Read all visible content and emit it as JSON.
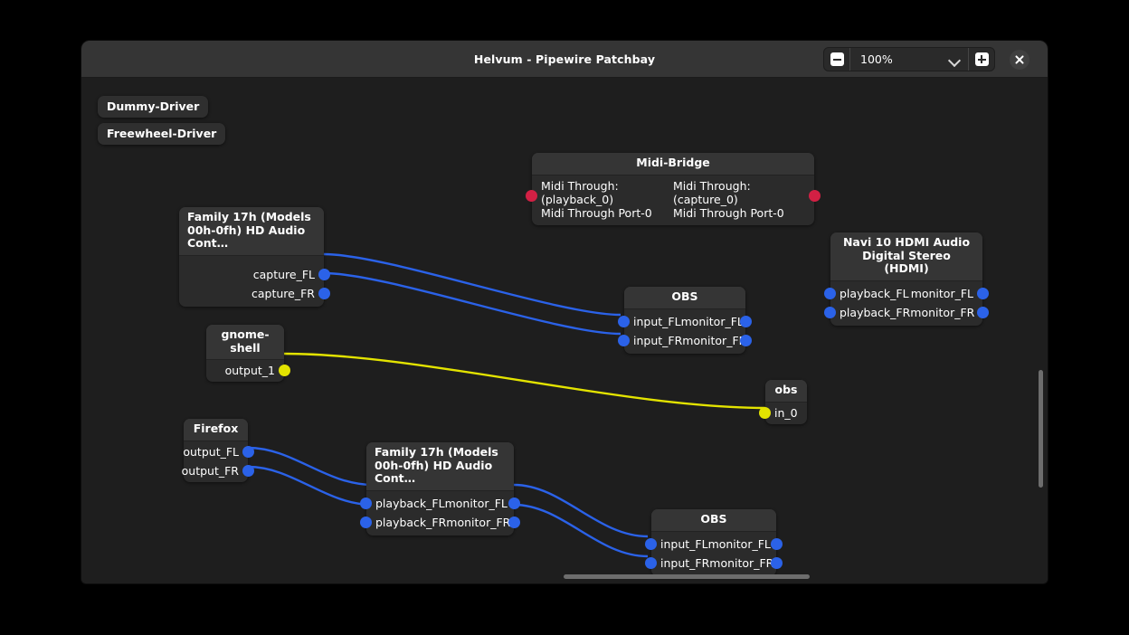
{
  "window": {
    "title": "Helvum - Pipewire Patchbay",
    "close_label": "×"
  },
  "toolbar": {
    "zoom_out_label": "−",
    "zoom_value": "100%",
    "zoom_in_label": "+",
    "chevron": "⌄"
  },
  "canvas": {
    "background": "#1e1e1e",
    "link_colors": {
      "audio": "#2b62e8",
      "other": "#e3e300",
      "midi": "#d22044"
    },
    "port_colors": {
      "audio": "#2b62e8",
      "other": "#e3e300",
      "midi": "#d22044"
    }
  },
  "drivers": [
    {
      "label": "Dummy-Driver"
    },
    {
      "label": "Freewheel-Driver"
    }
  ],
  "nodes": [
    {
      "id": "midi-bridge",
      "title": "Midi-Bridge",
      "input_ports": [
        {
          "label": "Midi Through:(playback_0)\nMidi Through Port-0",
          "color": "midi"
        }
      ],
      "output_ports": [
        {
          "label": "Midi Through:(capture_0)\nMidi Through Port-0",
          "color": "midi"
        }
      ]
    },
    {
      "id": "family17h-capture",
      "title": "Family 17h (Models\n00h-0fh) HD Audio Cont…",
      "input_ports": [],
      "output_ports": [
        {
          "label": "capture_FL",
          "color": "audio"
        },
        {
          "label": "capture_FR",
          "color": "audio"
        }
      ]
    },
    {
      "id": "obs-top",
      "title": "OBS",
      "input_ports": [
        {
          "label": "input_FL",
          "color": "audio"
        },
        {
          "label": "input_FR",
          "color": "audio"
        }
      ],
      "output_ports": [
        {
          "label": "monitor_FL",
          "color": "audio"
        },
        {
          "label": "monitor_FR",
          "color": "audio"
        }
      ]
    },
    {
      "id": "navi10",
      "title": "Navi 10 HDMI Audio\nDigital Stereo (HDMI)",
      "input_ports": [
        {
          "label": "playback_FL",
          "color": "audio"
        },
        {
          "label": "playback_FR",
          "color": "audio"
        }
      ],
      "output_ports": [
        {
          "label": "monitor_FL",
          "color": "audio"
        },
        {
          "label": "monitor_FR",
          "color": "audio"
        }
      ]
    },
    {
      "id": "gnome-shell",
      "title": "gnome-shell",
      "input_ports": [],
      "output_ports": [
        {
          "label": "output_1",
          "color": "other"
        }
      ]
    },
    {
      "id": "obs-sink",
      "title": "obs",
      "input_ports": [
        {
          "label": "in_0",
          "color": "other"
        }
      ],
      "output_ports": []
    },
    {
      "id": "firefox",
      "title": "Firefox",
      "input_ports": [],
      "output_ports": [
        {
          "label": "output_FL",
          "color": "audio"
        },
        {
          "label": "output_FR",
          "color": "audio"
        }
      ]
    },
    {
      "id": "family17h-playback",
      "title": "Family 17h (Models\n00h-0fh) HD Audio Cont…",
      "input_ports": [
        {
          "label": "playback_FL",
          "color": "audio"
        },
        {
          "label": "playback_FR",
          "color": "audio"
        }
      ],
      "output_ports": [
        {
          "label": "monitor_FL",
          "color": "audio"
        },
        {
          "label": "monitor_FR",
          "color": "audio"
        }
      ]
    },
    {
      "id": "obs-bottom",
      "title": "OBS",
      "input_ports": [
        {
          "label": "input_FL",
          "color": "audio"
        },
        {
          "label": "input_FR",
          "color": "audio"
        }
      ],
      "output_ports": [
        {
          "label": "monitor_FL",
          "color": "audio"
        },
        {
          "label": "monitor_FR",
          "color": "audio"
        }
      ]
    }
  ],
  "links": [
    {
      "from": "family17h-capture.capture_FL",
      "to": "obs-top.input_FL",
      "color": "audio"
    },
    {
      "from": "family17h-capture.capture_FR",
      "to": "obs-top.input_FR",
      "color": "audio"
    },
    {
      "from": "gnome-shell.output_1",
      "to": "obs-sink.in_0",
      "color": "other"
    },
    {
      "from": "firefox.output_FL",
      "to": "family17h-playback.playback_FL",
      "color": "audio"
    },
    {
      "from": "firefox.output_FR",
      "to": "family17h-playback.playback_FR",
      "color": "audio"
    },
    {
      "from": "family17h-playback.monitor_FL",
      "to": "obs-bottom.input_FL",
      "color": "audio"
    },
    {
      "from": "family17h-playback.monitor_FR",
      "to": "obs-bottom.input_FR",
      "color": "audio"
    }
  ]
}
